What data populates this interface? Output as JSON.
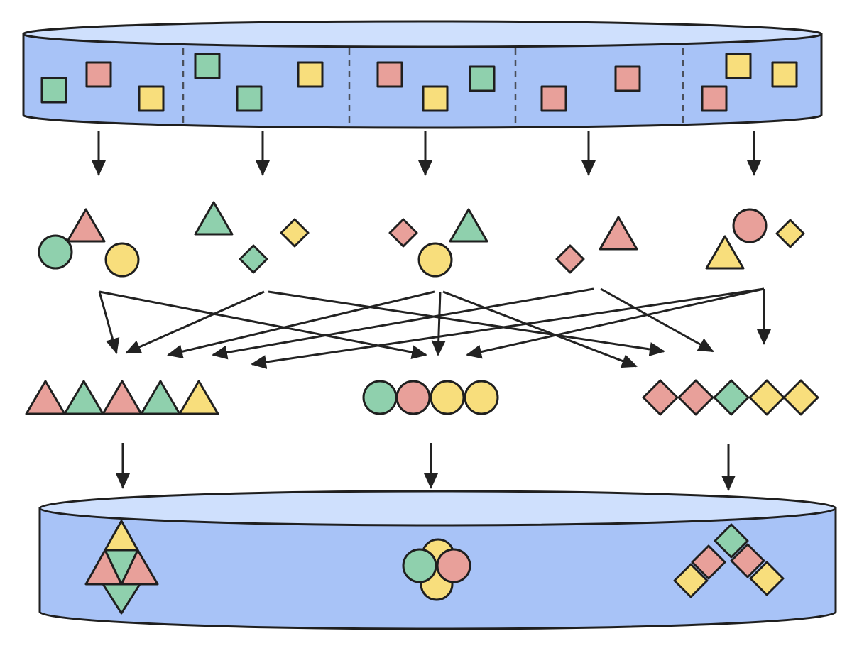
{
  "diagram": {
    "kind": "map-shuffle-reduce",
    "colors": {
      "red": "#e8a09a",
      "green": "#8fd0ad",
      "yellow": "#f8de7c",
      "store_body": "#a8c3f7",
      "store_top": "#cfe0fd",
      "outline": "#1f1f1f",
      "arrow": "#222222"
    },
    "input_store": {
      "partitions": [
        {
          "items": [
            "green",
            "red",
            "yellow"
          ]
        },
        {
          "items": [
            "green",
            "green",
            "yellow"
          ]
        },
        {
          "items": [
            "red",
            "yellow",
            "green"
          ]
        },
        {
          "items": [
            "red",
            "red"
          ]
        },
        {
          "items": [
            "yellow",
            "red",
            "yellow"
          ]
        }
      ]
    },
    "mapped": [
      {
        "shapes": [
          {
            "shape": "circle",
            "color": "green"
          },
          {
            "shape": "triangle",
            "color": "red"
          },
          {
            "shape": "circle",
            "color": "yellow"
          }
        ]
      },
      {
        "shapes": [
          {
            "shape": "triangle",
            "color": "green"
          },
          {
            "shape": "diamond",
            "color": "yellow"
          },
          {
            "shape": "diamond",
            "color": "green"
          }
        ]
      },
      {
        "shapes": [
          {
            "shape": "diamond",
            "color": "red"
          },
          {
            "shape": "triangle",
            "color": "green"
          },
          {
            "shape": "circle",
            "color": "yellow"
          }
        ]
      },
      {
        "shapes": [
          {
            "shape": "diamond",
            "color": "red"
          },
          {
            "shape": "triangle",
            "color": "red"
          }
        ]
      },
      {
        "shapes": [
          {
            "shape": "circle",
            "color": "red"
          },
          {
            "shape": "diamond",
            "color": "yellow"
          },
          {
            "shape": "triangle",
            "color": "yellow"
          }
        ]
      }
    ],
    "groups": [
      {
        "shape": "triangle",
        "colors": [
          "red",
          "green",
          "red",
          "green",
          "yellow"
        ]
      },
      {
        "shape": "circle",
        "colors": [
          "green",
          "red",
          "yellow",
          "yellow"
        ]
      },
      {
        "shape": "diamond",
        "colors": [
          "red",
          "red",
          "green",
          "yellow",
          "yellow"
        ]
      }
    ],
    "output_store": {
      "results": [
        {
          "shape": "triangle",
          "form": "star"
        },
        {
          "shape": "circle",
          "form": "cluster"
        },
        {
          "shape": "diamond",
          "form": "chevron"
        }
      ]
    }
  }
}
